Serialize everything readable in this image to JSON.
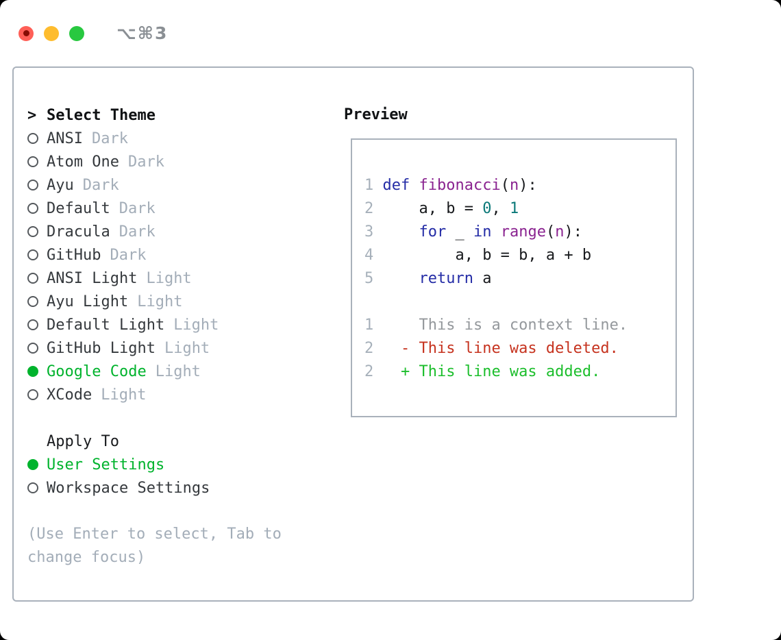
{
  "palette": {
    "accent-green": "#00b32d",
    "muted": "#a3adb8",
    "line-number": "#a6b0ba",
    "context-gray": "#94989c",
    "code-blue": "#242ca6",
    "code-purple": "#8a2390",
    "code-teal": "#0a7878",
    "diff-red": "#c6331f",
    "diff-green": "#1cbe2c",
    "traffic-red": "#ff5f57",
    "traffic-yellow": "#febc2e",
    "traffic-green": "#28c840"
  },
  "titlebar": {
    "title": "⌥⌘3"
  },
  "theme_picker": {
    "header_prefix": ">",
    "header_label": "Select Theme",
    "items": [
      {
        "name": "ANSI",
        "variant": "Dark",
        "selected": false
      },
      {
        "name": "Atom One",
        "variant": "Dark",
        "selected": false
      },
      {
        "name": "Ayu",
        "variant": "Dark",
        "selected": false
      },
      {
        "name": "Default",
        "variant": "Dark",
        "selected": false
      },
      {
        "name": "Dracula",
        "variant": "Dark",
        "selected": false
      },
      {
        "name": "GitHub",
        "variant": "Dark",
        "selected": false
      },
      {
        "name": "ANSI Light",
        "variant": "Light",
        "selected": false
      },
      {
        "name": "Ayu Light",
        "variant": "Light",
        "selected": false
      },
      {
        "name": "Default Light",
        "variant": "Light",
        "selected": false
      },
      {
        "name": "GitHub Light",
        "variant": "Light",
        "selected": false
      },
      {
        "name": "Google Code",
        "variant": "Light",
        "selected": true
      },
      {
        "name": "XCode",
        "variant": "Light",
        "selected": false
      }
    ]
  },
  "apply_to": {
    "header": "Apply To",
    "items": [
      {
        "name": "User Settings",
        "selected": true
      },
      {
        "name": "Workspace Settings",
        "selected": false
      }
    ]
  },
  "hint": "(Use Enter to select, Tab to change focus)",
  "preview": {
    "header": "Preview",
    "code_lines": [
      {
        "num": "1",
        "segments": [
          {
            "t": "def",
            "c": "kwd"
          },
          {
            "t": " ",
            "c": "pln"
          },
          {
            "t": "fibonacci",
            "c": "typ"
          },
          {
            "t": "(",
            "c": "pln"
          },
          {
            "t": "n",
            "c": "typ"
          },
          {
            "t": "):",
            "c": "pln"
          }
        ]
      },
      {
        "num": "2",
        "segments": [
          {
            "t": "    a, b = ",
            "c": "pln"
          },
          {
            "t": "0",
            "c": "lit"
          },
          {
            "t": ", ",
            "c": "pln"
          },
          {
            "t": "1",
            "c": "lit"
          }
        ]
      },
      {
        "num": "3",
        "segments": [
          {
            "t": "    ",
            "c": "pln"
          },
          {
            "t": "for",
            "c": "kwd"
          },
          {
            "t": " _ ",
            "c": "pln"
          },
          {
            "t": "in",
            "c": "kwd"
          },
          {
            "t": " ",
            "c": "pln"
          },
          {
            "t": "range",
            "c": "typ"
          },
          {
            "t": "(",
            "c": "pln"
          },
          {
            "t": "n",
            "c": "typ"
          },
          {
            "t": "):",
            "c": "pln"
          }
        ]
      },
      {
        "num": "4",
        "segments": [
          {
            "t": "        a, b = b, a + b",
            "c": "pln"
          }
        ]
      },
      {
        "num": "5",
        "segments": [
          {
            "t": "    ",
            "c": "pln"
          },
          {
            "t": "return",
            "c": "kwd"
          },
          {
            "t": " a",
            "c": "pln"
          }
        ]
      },
      {
        "num": "",
        "segments": []
      },
      {
        "num": "1",
        "segments": [
          {
            "t": "    This is a context line.",
            "c": "ctx"
          }
        ]
      },
      {
        "num": "2",
        "segments": [
          {
            "t": "  - This line was deleted.",
            "c": "del"
          }
        ]
      },
      {
        "num": "2",
        "segments": [
          {
            "t": "  + This line was added.",
            "c": "add"
          }
        ]
      }
    ]
  }
}
